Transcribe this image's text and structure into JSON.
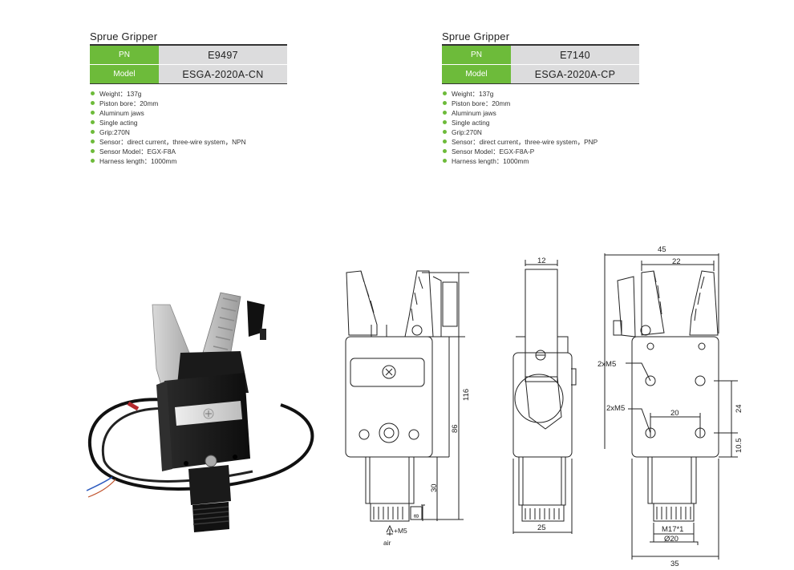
{
  "products": [
    {
      "title": "Sprue Gripper",
      "pn_label": "PN",
      "pn_value": "E9497",
      "model_label": "Model",
      "model_value": "ESGA-2020A-CN",
      "features": [
        "Weight：137g",
        "Piston bore：20mm",
        "Aluminum jaws",
        "Single acting",
        "Grip:270N",
        "Sensor：direct current，three-wire system，NPN",
        "Sensor Model：EGX-F8A",
        "Harness length：1000mm"
      ]
    },
    {
      "title": "Sprue Gripper",
      "pn_label": "PN",
      "pn_value": "E7140",
      "model_label": "Model",
      "model_value": "ESGA-2020A-CP",
      "features": [
        "Weight：137g",
        "Piston bore：20mm",
        "Aluminum jaws",
        "Single acting",
        "Grip:270N",
        "Sensor：direct current，three-wire system，PNP",
        "Sensor Model：EGX-F8A-P",
        "Harness length：1000mm"
      ]
    }
  ],
  "colors": {
    "accent_green": "#6dbb3a",
    "table_gray": "#dcdcdd",
    "line": "#222222"
  },
  "drawing": {
    "front": {
      "dim_total": "116",
      "dim_body": "86",
      "dim_neck": "30",
      "dim_thread": "8",
      "port_label": "+M5",
      "air_label": "air"
    },
    "side": {
      "dim_top": "12",
      "dim_bottom": "25"
    },
    "rear": {
      "dim_overall": "45",
      "dim_top": "22",
      "hole_label_1": "2xM5",
      "hole_label_2": "2xM5",
      "dim_hole_spacing": "20",
      "dim_vert_24": "24",
      "dim_vert_10_5": "10.5",
      "thread_label": "M17*1",
      "dia_label": "Ø20",
      "dim_bottom": "35"
    }
  }
}
